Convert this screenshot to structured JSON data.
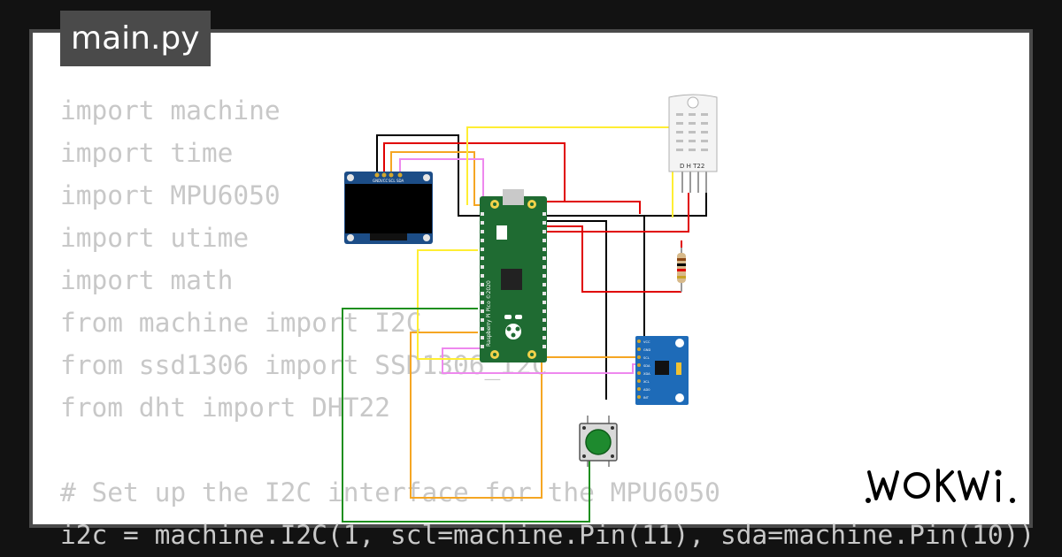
{
  "tab": {
    "filename": "main.py"
  },
  "code_lines": [
    "import machine",
    "import time",
    "import MPU6050",
    "import utime",
    "import math",
    "from machine import I2C",
    "from ssd1306 import SSD1306_I2C",
    "from dht import DHT22",
    "",
    "# Set up the I2C interface for the MPU6050",
    "i2c = machine.I2C(1, scl=machine.Pin(11), sda=machine.Pin(10))"
  ],
  "components": {
    "oled_pins": [
      "GND",
      "VCC",
      "SCL",
      "SDA"
    ],
    "dht_label": "D H T22",
    "pico_label": "Raspberry Pi Pico ©2020",
    "mpu_pins": [
      "VCC",
      "GND",
      "SCL",
      "SDA",
      "XDA",
      "XCL",
      "AD0",
      "INT"
    ]
  },
  "brand": {
    "name": "WOKWi"
  },
  "colors": {
    "background": "#121212",
    "frame": "#4a4a4a",
    "code_text": "#c8c8c8",
    "wire_black": "#000000",
    "wire_red": "#e00000",
    "wire_yellow": "#ffee33",
    "wire_orange": "#f5a623",
    "wire_pink": "#ee88ee",
    "wire_green": "#1f8f1f",
    "pico_green": "#1f6b32",
    "oled_blue": "#1c4d87",
    "mpu_blue": "#1e6bb8",
    "button_green": "#1e8a2e"
  }
}
